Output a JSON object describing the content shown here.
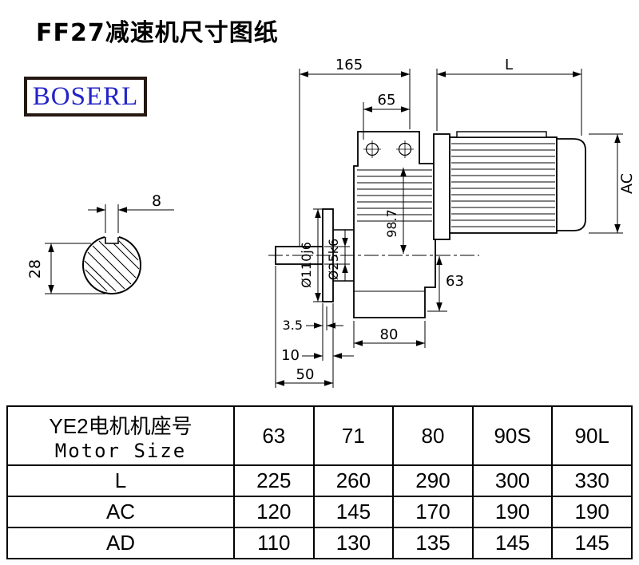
{
  "page": {
    "title": "FF27减速机尺寸图纸"
  },
  "logo": {
    "text": "BOSERL",
    "text_color": "#2323c8"
  },
  "drawing": {
    "dims": {
      "top_width": "165",
      "motor_length": "L",
      "input_width": "65",
      "motor_diameter": "AC",
      "key_width": "8",
      "key_height": "28",
      "flange_diameter": "Ø110j6",
      "shaft_diameter": "Ø25k6",
      "center_height": "98.7",
      "center_to_bottom": "63",
      "flange_offset": "3.5",
      "foot_width": "80",
      "flange_thickness": "10",
      "shaft_length": "50"
    }
  },
  "table": {
    "size_header": {
      "line1": "YE2电机机座号",
      "line2": "Motor Size"
    },
    "sizes": [
      "63",
      "71",
      "80",
      "90S",
      "90L"
    ],
    "rows": [
      {
        "label": "L",
        "values": [
          "225",
          "260",
          "290",
          "300",
          "330"
        ]
      },
      {
        "label": "AC",
        "values": [
          "120",
          "145",
          "170",
          "190",
          "190"
        ]
      },
      {
        "label": "AD",
        "values": [
          "110",
          "130",
          "135",
          "145",
          "145"
        ]
      }
    ]
  }
}
